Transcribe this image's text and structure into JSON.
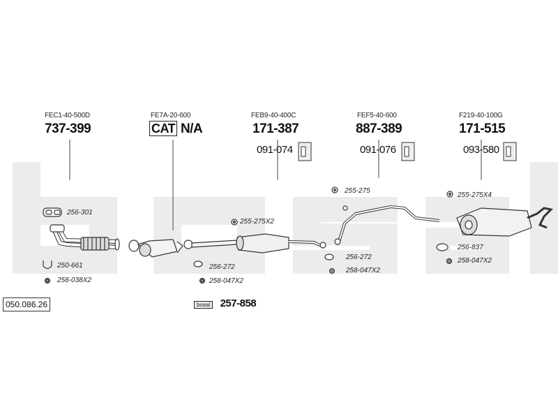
{
  "diagram_number": "050.086.26",
  "watermark": "bosal",
  "columns": [
    {
      "code": "FEC1-40-500D",
      "part": "737-399"
    },
    {
      "code": "FE7A-20-600",
      "cat_label": "CAT",
      "part": "N/A"
    },
    {
      "code": "FEB9-40-400C",
      "part": "171-387",
      "bracket": "091-074"
    },
    {
      "code": "FEF5-40-600",
      "part": "887-389",
      "bracket": "091-076"
    },
    {
      "code": "F219-40-100G",
      "part": "171-515",
      "bracket": "093-580"
    }
  ],
  "refs": {
    "r256_301": "256-301",
    "r250_661": "250-661",
    "r258_038x2": "258-038X2",
    "r255_275x2": "255-275X2",
    "r256_272_a": "256-272",
    "r258_047x2_a": "258-047X2",
    "r255_275": "255-275",
    "r256_272_b": "256-272",
    "r258_047x2_b": "258-047X2",
    "r255_275x4": "255-275X4",
    "r256_837": "256-837",
    "r258_047x2_c": "258-047X2"
  },
  "kit": {
    "badge": "bosal",
    "number": "257-858"
  }
}
